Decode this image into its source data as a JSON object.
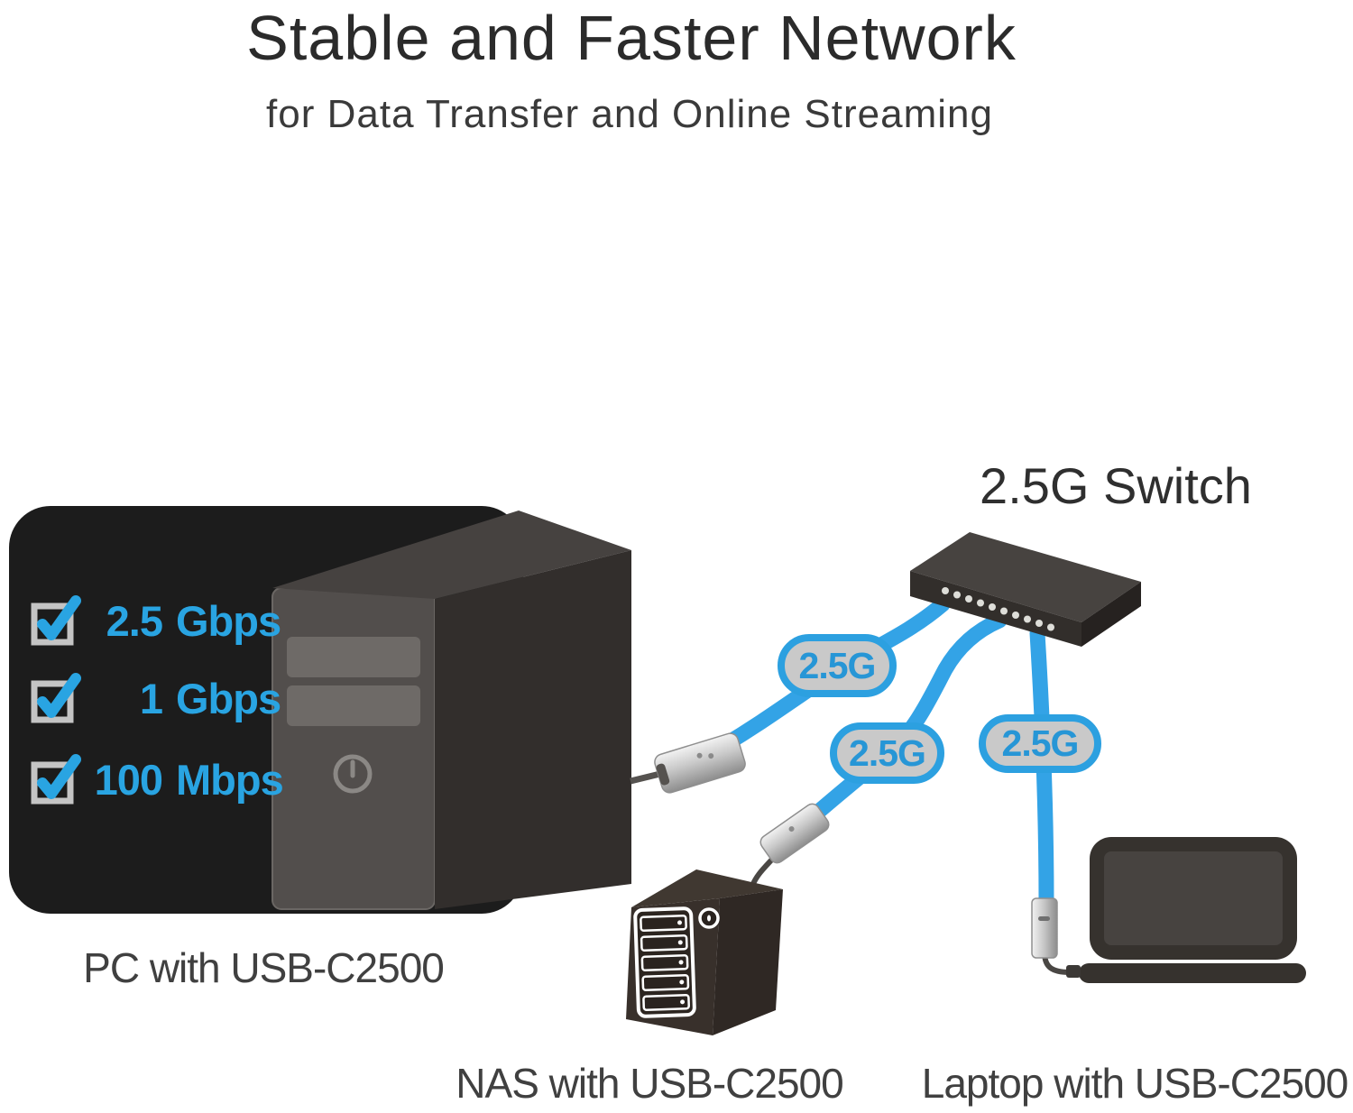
{
  "title": "Stable and Faster Network",
  "subtitle": "for Data Transfer and Online Streaming",
  "switch": {
    "label": "2.5G Switch"
  },
  "speed_checklist": [
    {
      "value": "2.5",
      "unit": "Gbps",
      "checked": true
    },
    {
      "value": "1",
      "unit": "Gbps",
      "checked": true
    },
    {
      "value": "100",
      "unit": "Mbps",
      "checked": true
    }
  ],
  "connections": [
    {
      "from": "PC",
      "to": "2.5G Switch",
      "label": "2.5G"
    },
    {
      "from": "NAS",
      "to": "2.5G Switch",
      "label": "2.5G"
    },
    {
      "from": "Laptop",
      "to": "2.5G Switch",
      "label": "2.5G"
    }
  ],
  "devices": [
    {
      "label": "PC with USB-C2500"
    },
    {
      "label": "NAS with USB-C2500"
    },
    {
      "label": "Laptop with USB-C2500"
    }
  ],
  "colors": {
    "accent_blue": "#2ca0e0",
    "cable_blue": "#33a3e6",
    "badge_fill": "#c9c9c9",
    "panel_dark": "#1c1c1c"
  }
}
